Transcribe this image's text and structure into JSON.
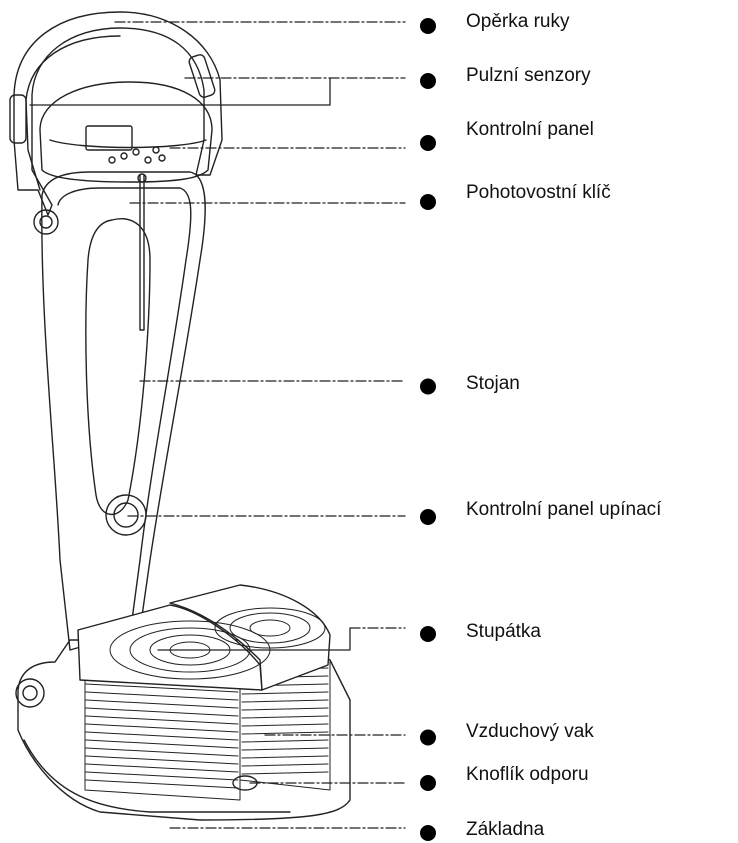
{
  "diagram": {
    "labels": [
      "Opěrka ruky",
      "Pulzní senzory",
      "Kontrolní panel",
      "Pohotovostní klíč",
      "Stojan",
      "Kontrolní panel upínací",
      "Stupátka",
      "Vzduchový vak",
      "Knoflík odporu",
      "Základna"
    ]
  }
}
